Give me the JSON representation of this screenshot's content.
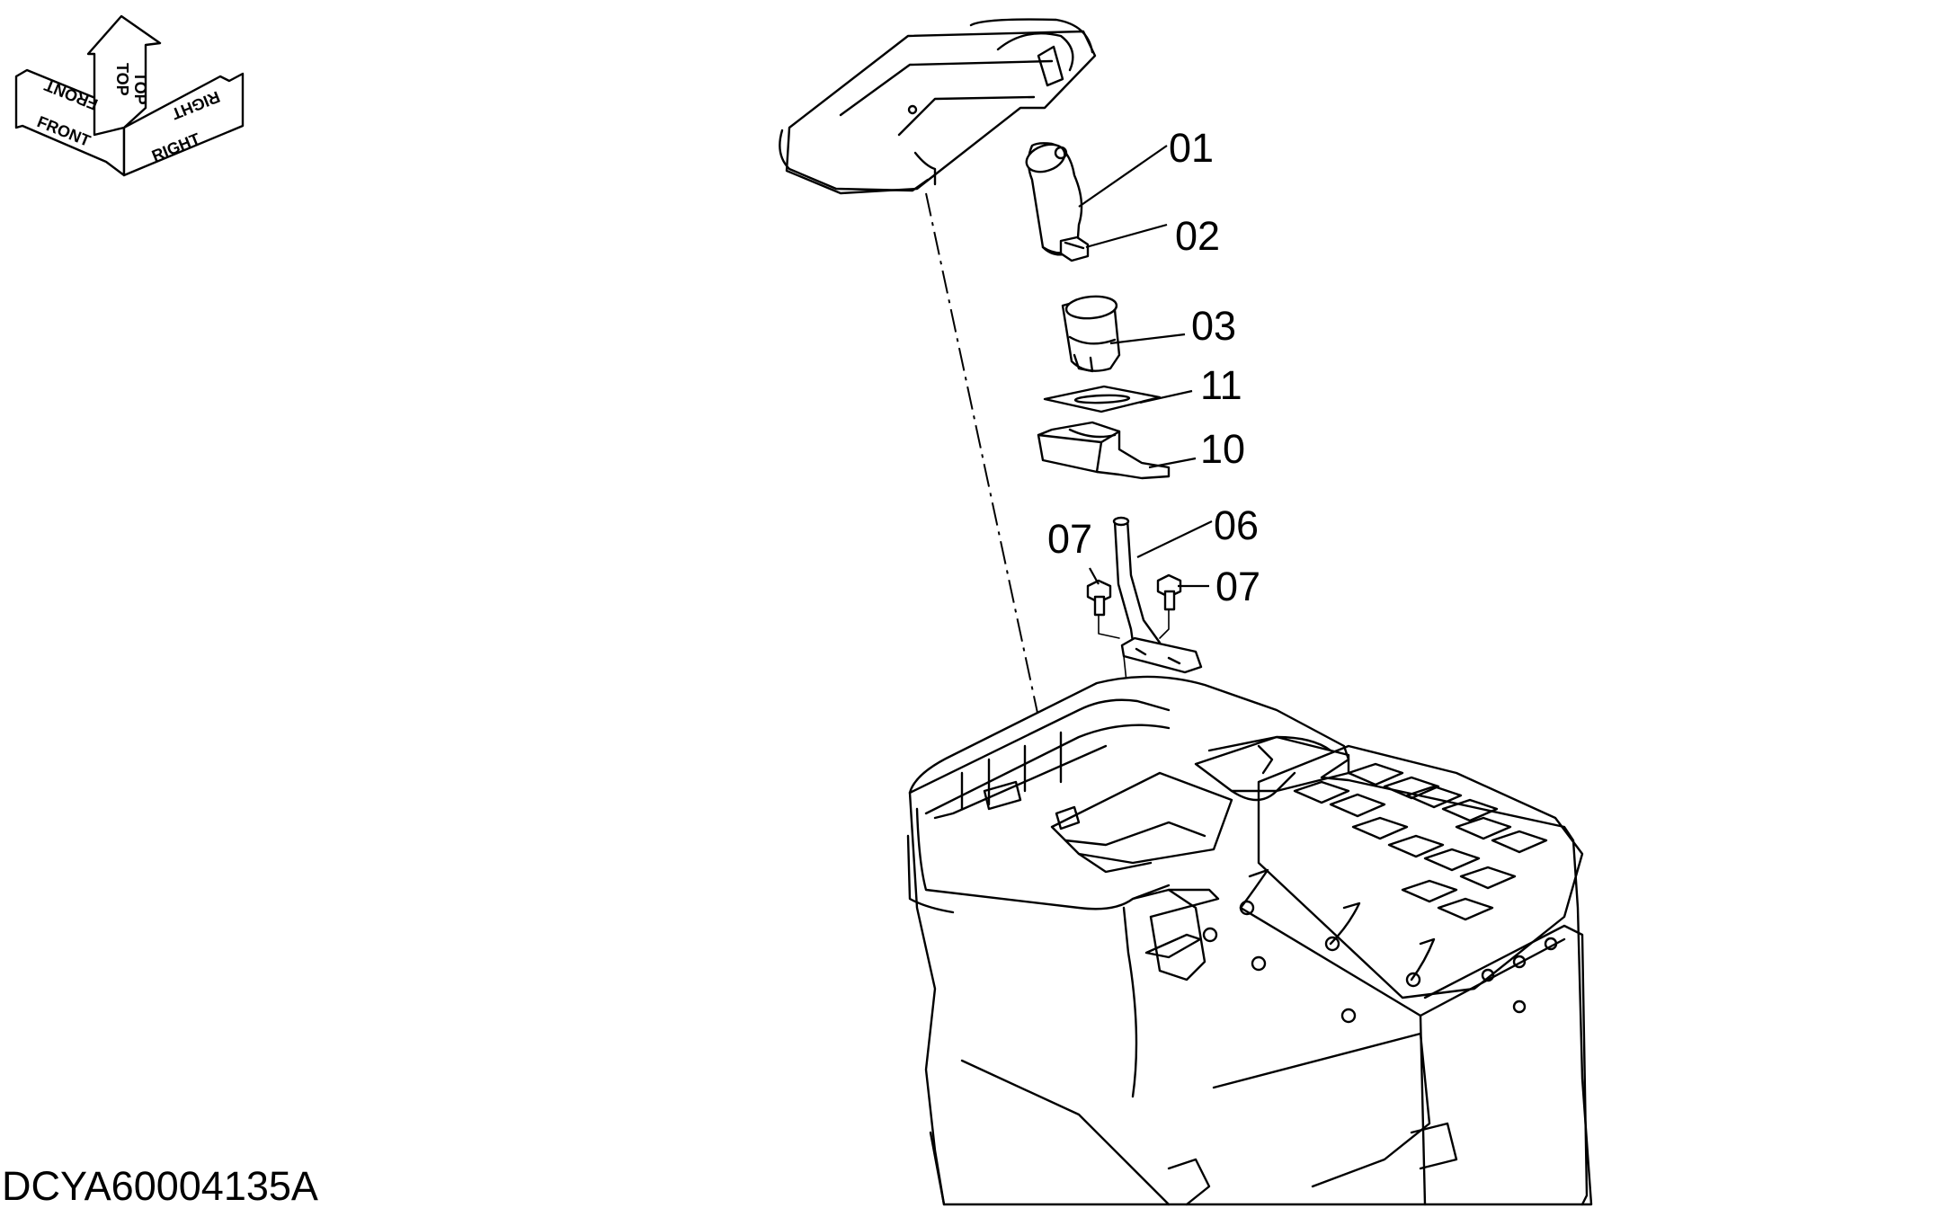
{
  "orientation_indicator": {
    "front": "FRONT",
    "top": "TOP",
    "right": "RIGHT"
  },
  "part_labels": {
    "p01": "01",
    "p02": "02",
    "p03": "03",
    "p11": "11",
    "p10": "10",
    "p06": "06",
    "p07_left": "07",
    "p07_right": "07"
  },
  "document_id": "DCYA60004135A"
}
